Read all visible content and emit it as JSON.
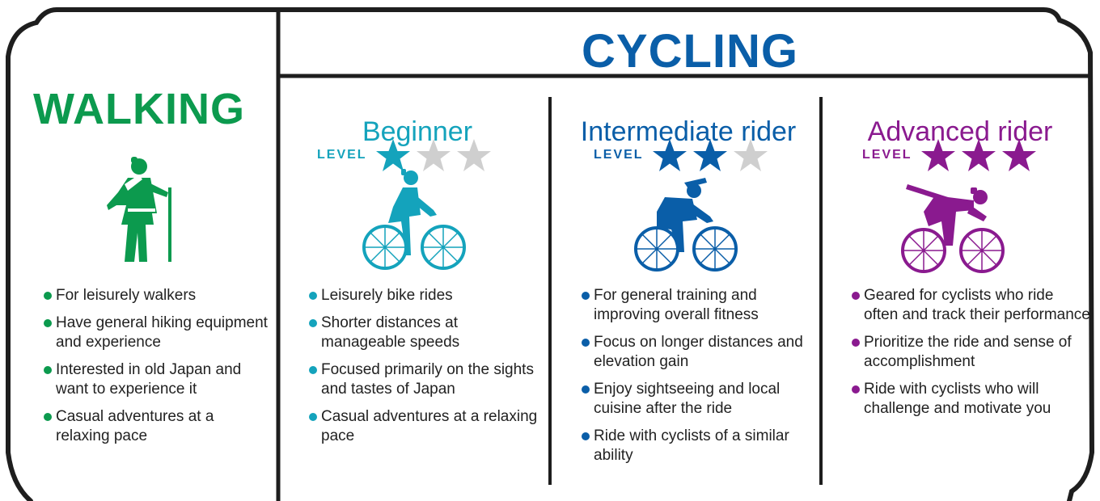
{
  "colors": {
    "walking": "#0c9a4e",
    "beginner": "#14a3bc",
    "intermediate": "#0a5ea8",
    "advanced": "#8a1a8f",
    "inactive_star": "#cfcfcf",
    "frame": "#1e1e1e"
  },
  "cycling": {
    "title": "CYCLING"
  },
  "walking": {
    "title": "WALKING",
    "icon": "hiker-icon",
    "bullets": [
      "For leisurely walkers",
      "Have general hiking equipment and experience",
      "Interested in old Japan and want to experience it",
      "Casual adventures at a relaxing pace"
    ]
  },
  "levels": [
    {
      "id": "beginner",
      "title": "Beginner",
      "level_word": "LEVEL",
      "stars_filled": 1,
      "stars_total": 3,
      "icon": "cyclist-beginner-icon",
      "bullets": [
        "Leisurely bike rides",
        "Shorter distances at manageable speeds",
        "Focused primarily on the sights and tastes of Japan",
        "Casual adventures at a relaxing pace"
      ]
    },
    {
      "id": "intermediate",
      "title": "Intermediate rider",
      "level_word": "LEVEL",
      "stars_filled": 2,
      "stars_total": 3,
      "icon": "cyclist-intermediate-icon",
      "bullets": [
        "For general training and improving overall fitness",
        "Focus on longer distances and elevation gain",
        "Enjoy sightseeing and local cuisine after the ride",
        "Ride with cyclists of a similar ability"
      ]
    },
    {
      "id": "advanced",
      "title": "Advanced rider",
      "level_word": "LEVEL",
      "stars_filled": 3,
      "stars_total": 3,
      "icon": "cyclist-advanced-icon",
      "bullets": [
        "Geared for cyclists who ride often and track their performance",
        "Prioritize the ride and sense of accomplishment",
        "Ride with cyclists who will challenge and motivate you"
      ]
    }
  ]
}
